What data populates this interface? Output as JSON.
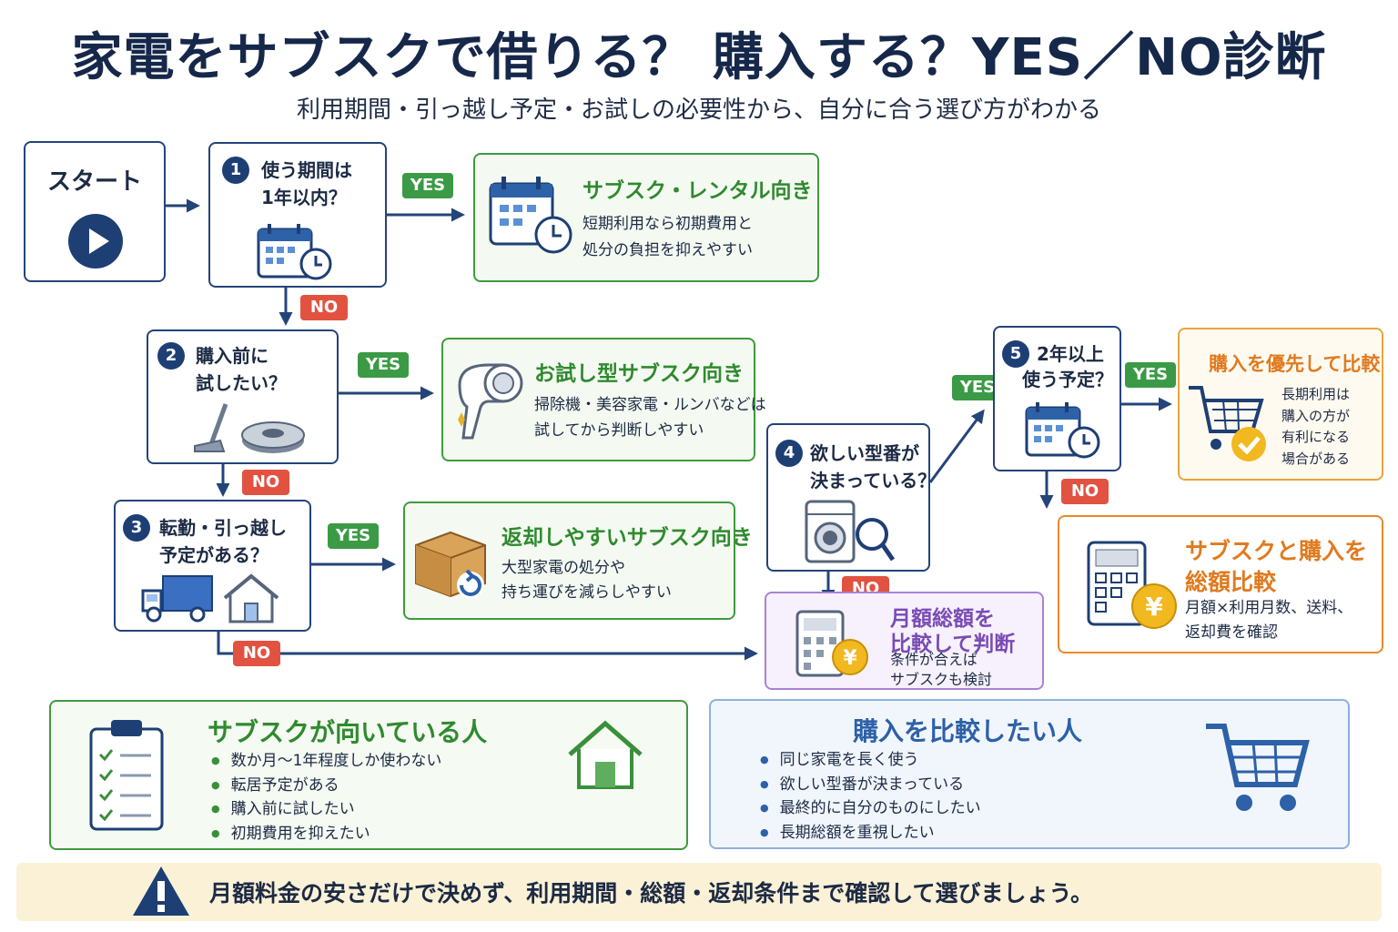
{
  "header": {
    "title": "家電をサブスクで借りる？ 購入する？YES／NO診断",
    "subtitle": "利用期間・引っ越し予定・お試しの必要性から、自分に合う選び方がわかる"
  },
  "labels": {
    "yes": "YES",
    "no": "NO"
  },
  "start": {
    "label": "スタート"
  },
  "questions": [
    {
      "num": "1",
      "line1": "使う期間は",
      "line2": "1年以内？"
    },
    {
      "num": "2",
      "line1": "購入前に",
      "line2": "試したい？"
    },
    {
      "num": "3",
      "line1": "転勤・引っ越し",
      "line2": "予定がある？"
    },
    {
      "num": "4",
      "line1": "欲しい型番が",
      "line2": "決まっている？"
    },
    {
      "num": "5",
      "line1": "2年以上",
      "line2": "使う予定？"
    }
  ],
  "results": {
    "subscription_rental": {
      "title": "サブスク・レンタル向き",
      "line1": "短期利用なら初期費用と",
      "line2": "処分の負担を抑えやすい"
    },
    "trial": {
      "title": "お試し型サブスク向き",
      "line1": "掃除機・美容家電・ルンバなどは",
      "line2": "試してから判断しやすい"
    },
    "returnable": {
      "title": "返却しやすいサブスク向き",
      "line1": "大型家電の処分や",
      "line2": "持ち運びを減らしやすい"
    },
    "monthly_total": {
      "title1": "月額総額を",
      "title2": "比較して判断",
      "line1": "条件が合えば",
      "line2": "サブスクも検討"
    },
    "purchase_first": {
      "title": "購入を優先して比較",
      "line1": "長期利用は",
      "line2": "購入の方が",
      "line3": "有利になる",
      "line4": "場合がある"
    },
    "total_compare": {
      "title1": "サブスクと購入を",
      "title2": "総額比較",
      "line1": "月額×利用月数、送料、",
      "line2": "返却費を確認"
    }
  },
  "panels": {
    "subscription_people": {
      "title": "サブスクが向いている人",
      "items": [
        "数か月〜1年程度しか使わない",
        "転居予定がある",
        "購入前に試したい",
        "初期費用を抑えたい"
      ]
    },
    "purchase_people": {
      "title": "購入を比較したい人",
      "items": [
        "同じ家電を長く使う",
        "欲しい型番が決まっている",
        "最終的に自分のものにしたい",
        "長期総額を重視したい"
      ]
    }
  },
  "warning": {
    "text": "月額料金の安さだけで決めず、利用期間・総額・返却条件まで確認して選びましょう。"
  },
  "colors": {
    "navy": "#1d3f74",
    "green": "#3b9a45",
    "red": "#e25241",
    "orange": "#e8892a",
    "purple": "#7a4bb4",
    "blue": "#2d61a8"
  },
  "icons": [
    "play-icon",
    "calendar-clock-icon",
    "hair-dryer-icon",
    "vacuum-robot-icon",
    "truck-icon",
    "house-icon",
    "box-return-icon",
    "washing-machine-search-icon",
    "calculator-yen-icon",
    "shopping-cart-check-icon",
    "clipboard-checklist-icon",
    "shopping-cart-icon",
    "warning-icon"
  ]
}
